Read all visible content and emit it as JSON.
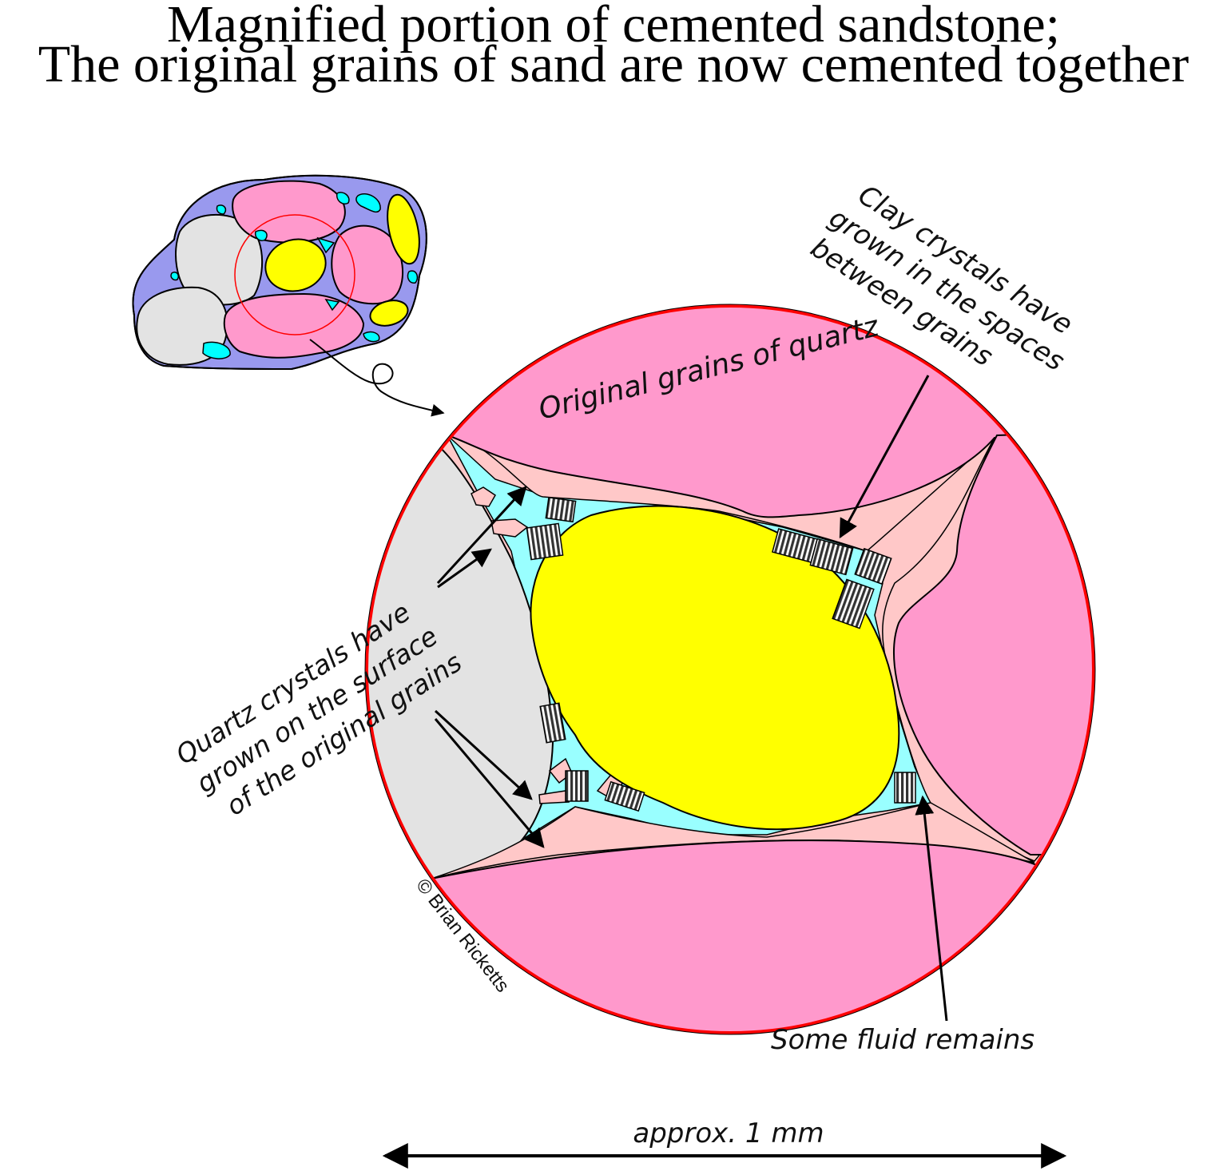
{
  "title": {
    "line1": "Magnified portion of cemented sandstone;",
    "line2": "The original grains of sand are now cemented together"
  },
  "labels": {
    "original_grains": "Original grains of quartz",
    "clay_crystals": [
      "Clay crystals have",
      "grown in the spaces",
      "between grains"
    ],
    "quartz_crystals": [
      "Quartz crystals have",
      "grown on the surface",
      "of the original grains"
    ],
    "fluid": "Some fluid remains",
    "scale": "approx. 1 mm",
    "copyright": "© Brian Ricketts"
  },
  "colors": {
    "quartz_grain_pink": "#ff99cc",
    "quartz_overgrowth": "#ffc8c8",
    "grey_grain": "#e3e3e3",
    "yellow_grain": "#ffff00",
    "pore_fluid": "#99ffff",
    "clay_matrix_small": "#9999ee",
    "circle_outline": "#ff0000"
  }
}
